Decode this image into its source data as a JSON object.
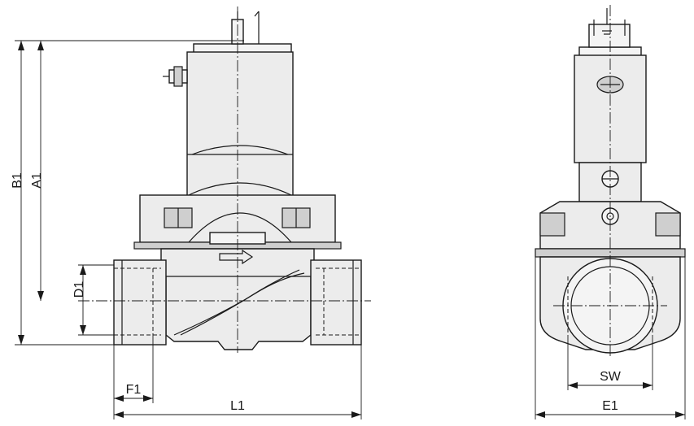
{
  "dimension_labels": {
    "b1": "B1",
    "a1": "A1",
    "d1": "D1",
    "f1": "F1",
    "l1": "L1",
    "sw": "SW",
    "e1": "E1"
  },
  "icons": {
    "flow_direction": "flow-arrow-icon",
    "manual_override": "screw-icon"
  }
}
